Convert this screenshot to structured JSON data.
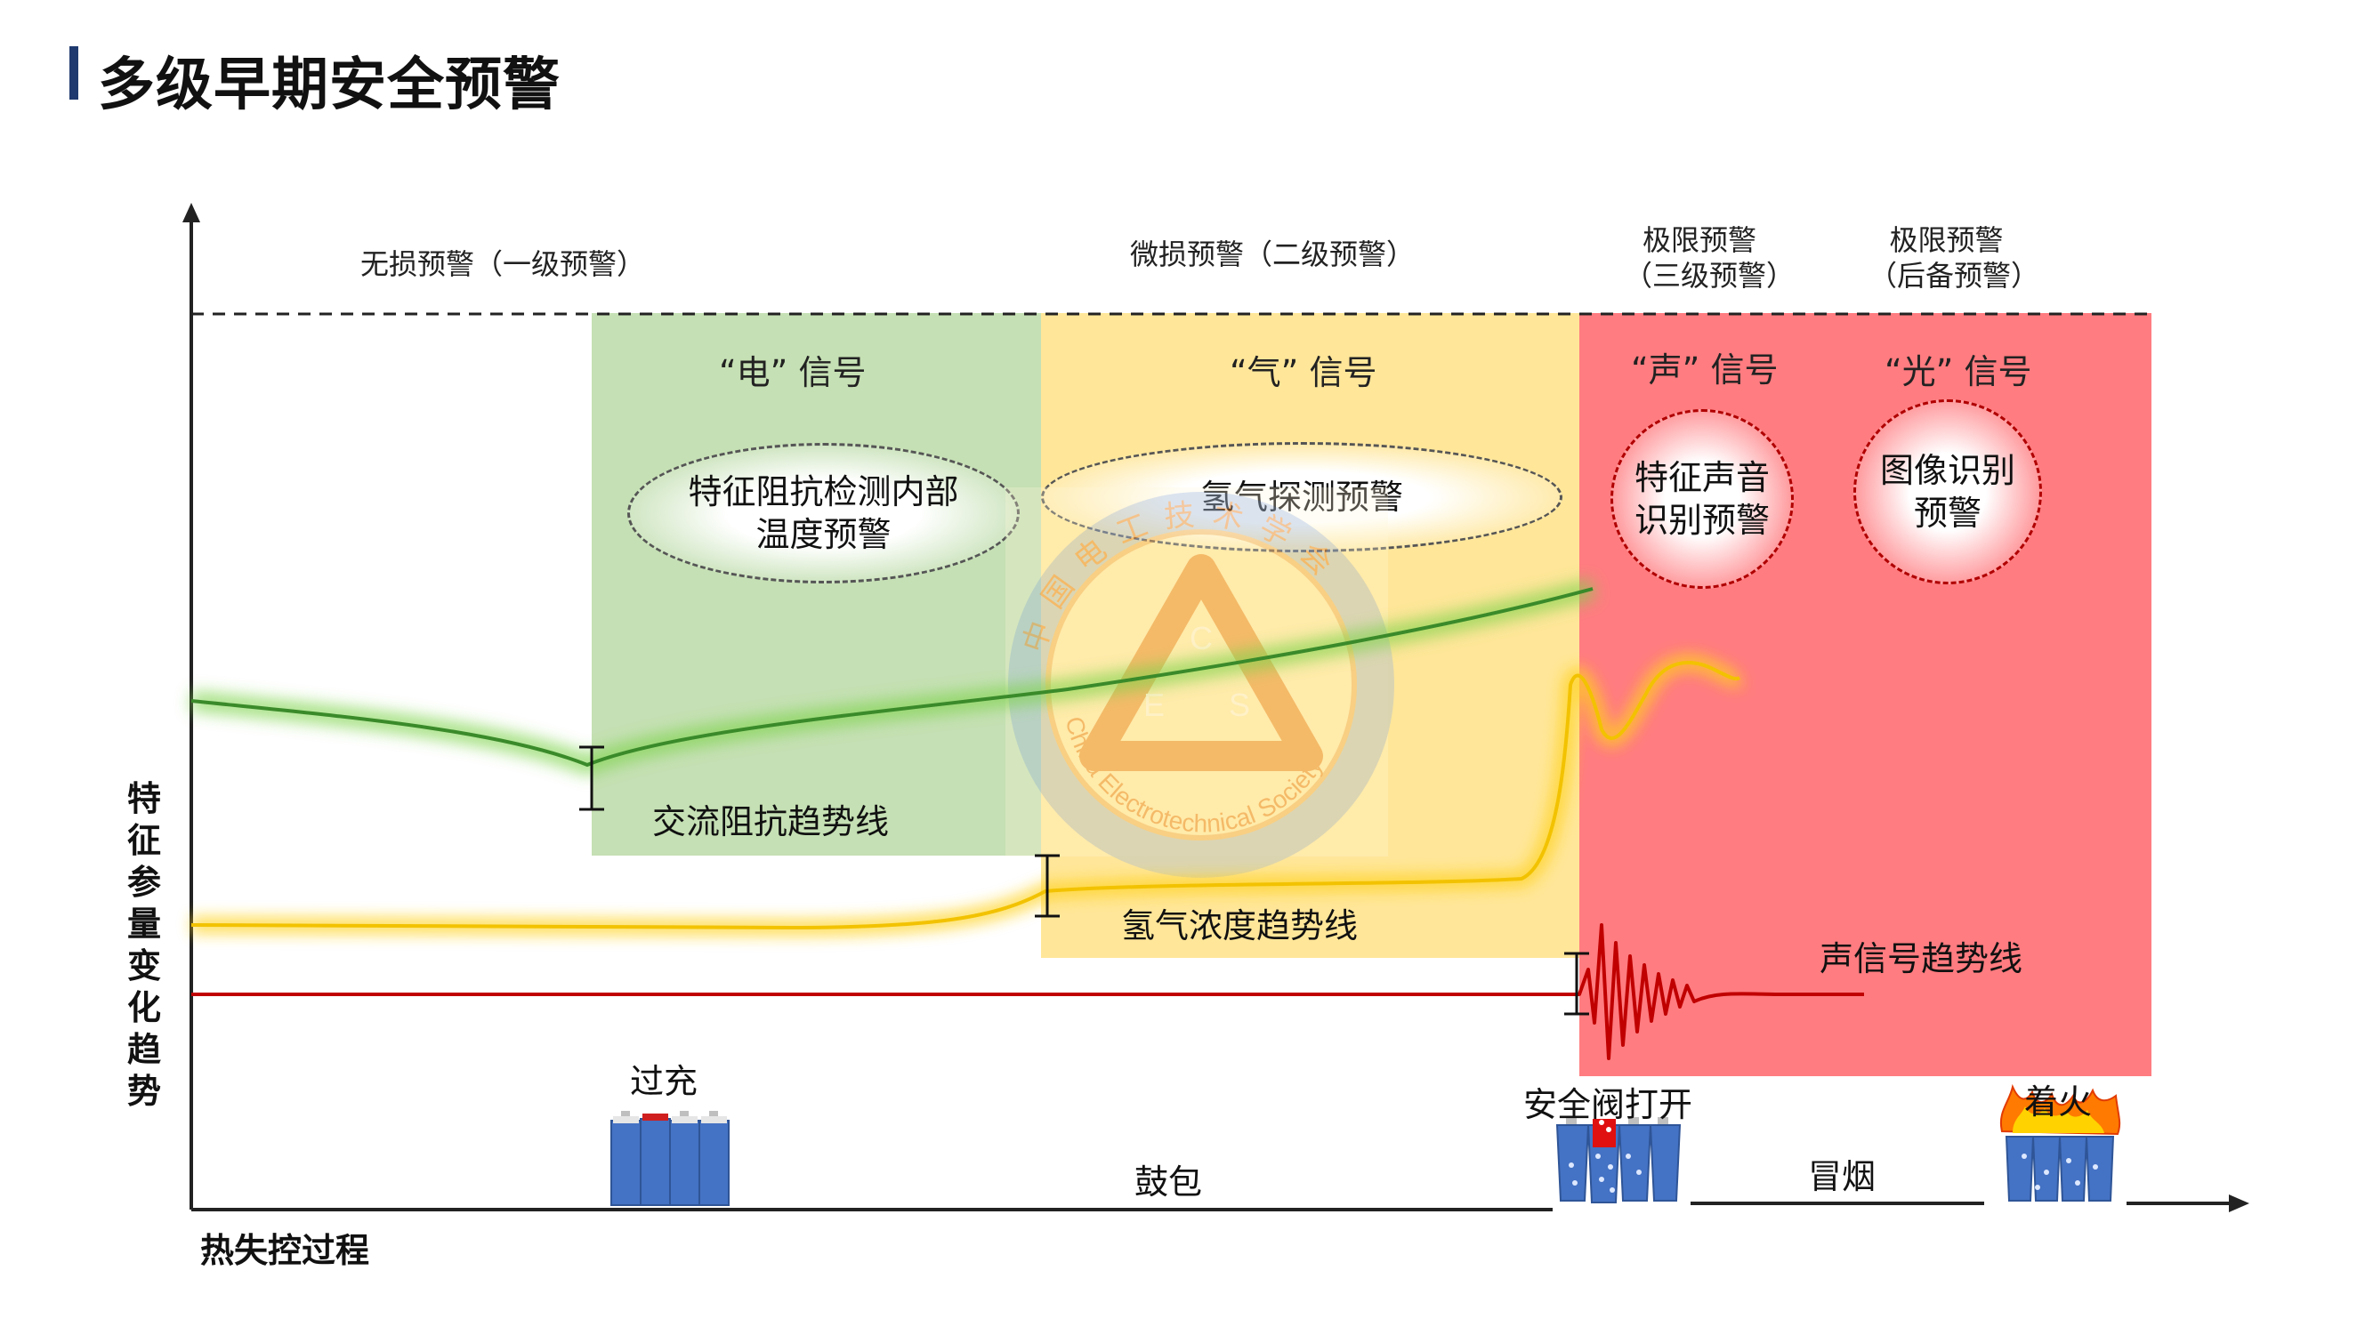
{
  "title": "多级早期安全预警",
  "levels": {
    "l1": "无损预警（一级预警）",
    "l2": "微损预警（二级预警）",
    "l3a": "极限预警",
    "l3b": "（三级预警）",
    "l4a": "极限预警",
    "l4b": "（后备预警）"
  },
  "signals": {
    "electric": "“电” 信号",
    "gas": "“气” 信号",
    "sound": "“声” 信号",
    "light": "“光” 信号"
  },
  "methods": {
    "impedance_1": "特征阻抗检测内部",
    "impedance_2": "温度预警",
    "hydrogen": "氢气探测预警",
    "sound_1": "特征声音",
    "sound_2": "识别预警",
    "image_1": "图像识别",
    "image_2": "预警"
  },
  "curves": {
    "impedance": "交流阻抗趋势线",
    "hydrogen": "氢气浓度趋势线",
    "sound": "声信号趋势线"
  },
  "axes": {
    "y": "特征参量变化趋势",
    "x": "热失控过程"
  },
  "stages": {
    "overcharge": "过充",
    "swelling": "鼓包",
    "valve": "安全阀打开",
    "smoke": "冒烟",
    "fire": "着火"
  },
  "watermark": {
    "letters": [
      "C",
      "E",
      "S"
    ],
    "ring_cn": "中国电工技术学会",
    "ring_en": "China Electrotechnical Society"
  },
  "colors": {
    "green_zone": "#c5e0b4",
    "yellow_zone": "#ffe699",
    "red_zone": "#ff7c80",
    "impedance_line": "#3a8a2a",
    "hydrogen_line": "#f2c200",
    "sound_line": "#b00000",
    "battery": "#4472c4",
    "title_bar": "#1f3a6e"
  }
}
